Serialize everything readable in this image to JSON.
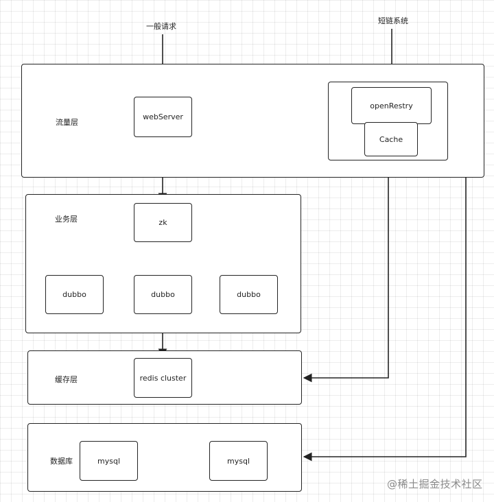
{
  "inputs": {
    "normal_request": "一般请求",
    "short_link_system": "短链系统"
  },
  "layers": {
    "traffic": "流量层",
    "business": "业务层",
    "cache": "缓存层",
    "database": "数据库"
  },
  "nodes": {
    "web_server": "webServer",
    "open_restry": "openRestry",
    "cache": "Cache",
    "zk": "zk",
    "dubbo": [
      "dubbo",
      "dubbo",
      "dubbo"
    ],
    "redis_cluster": "redis cluster",
    "mysql": [
      "mysql",
      "mysql"
    ]
  },
  "watermark": "@稀土掘金技术社区"
}
